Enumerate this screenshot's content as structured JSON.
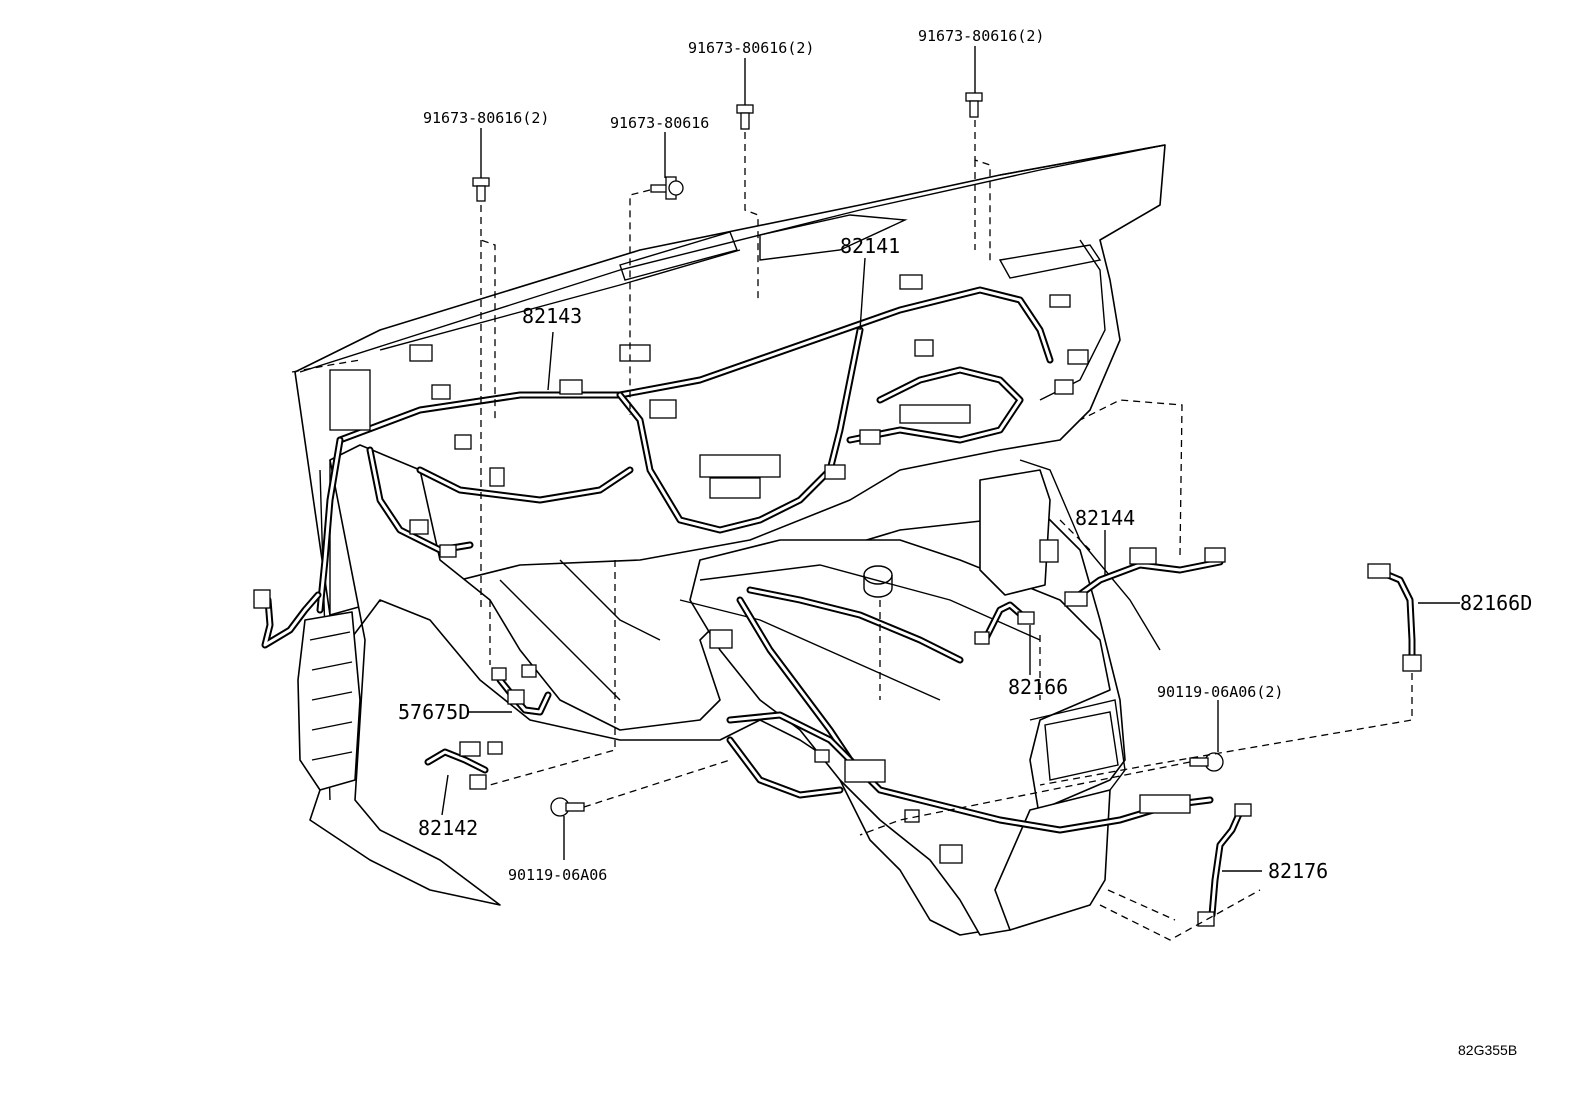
{
  "callouts": {
    "bolt_top_center": "91673-80616(2)",
    "bolt_top_right": "91673-80616(2)",
    "bolt_left": "91673-80616(2)",
    "bolt_center": "91673-80616",
    "p82141": "82141",
    "p82143": "82143",
    "p82144": "82144",
    "p82166D": "82166D",
    "p82166": "82166",
    "bolt_90119_2": "90119-06A06(2)",
    "p57675D": "57675D",
    "p82142": "82142",
    "bolt_90119": "90119-06A06",
    "p82176": "82176"
  },
  "figure_code": "82G355B"
}
